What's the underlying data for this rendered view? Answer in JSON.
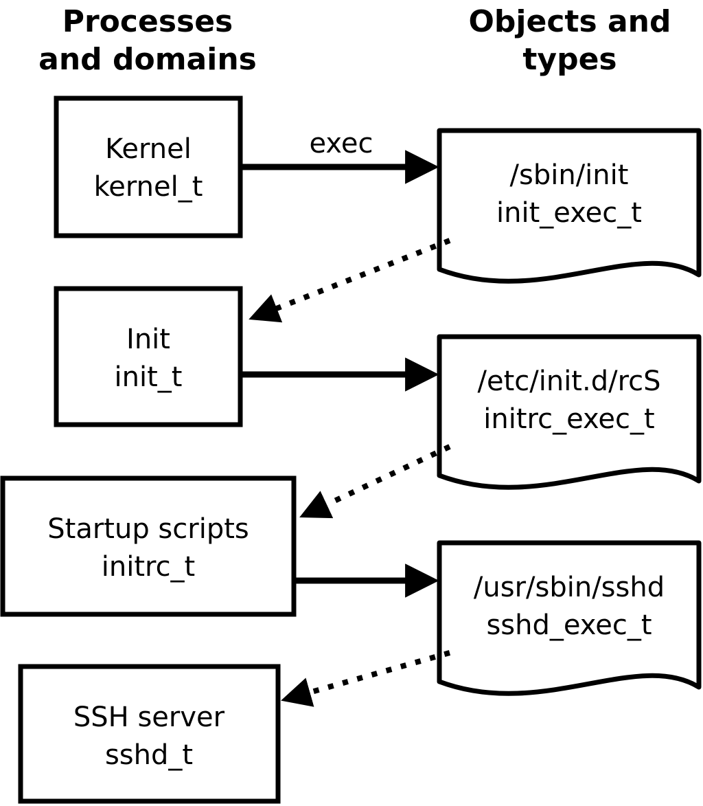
{
  "headers": {
    "left_line1": "Processes",
    "left_line2": "and domains",
    "right_line1": "Objects and",
    "right_line2": "types"
  },
  "process_boxes": [
    {
      "name": "Kernel",
      "type": "kernel_t"
    },
    {
      "name": "Init",
      "type": "init_t"
    },
    {
      "name": "Startup scripts",
      "type": "initrc_t"
    },
    {
      "name": "SSH server",
      "type": "sshd_t"
    }
  ],
  "object_docs": [
    {
      "path": "/sbin/init",
      "type": "init_exec_t"
    },
    {
      "path": "/etc/init.d/rcS",
      "type": "initrc_exec_t"
    },
    {
      "path": "/usr/sbin/sshd",
      "type": "sshd_exec_t"
    }
  ],
  "arrows": {
    "exec_label": "exec"
  },
  "colors": {
    "stroke": "#000000",
    "fill": "#ffffff"
  }
}
